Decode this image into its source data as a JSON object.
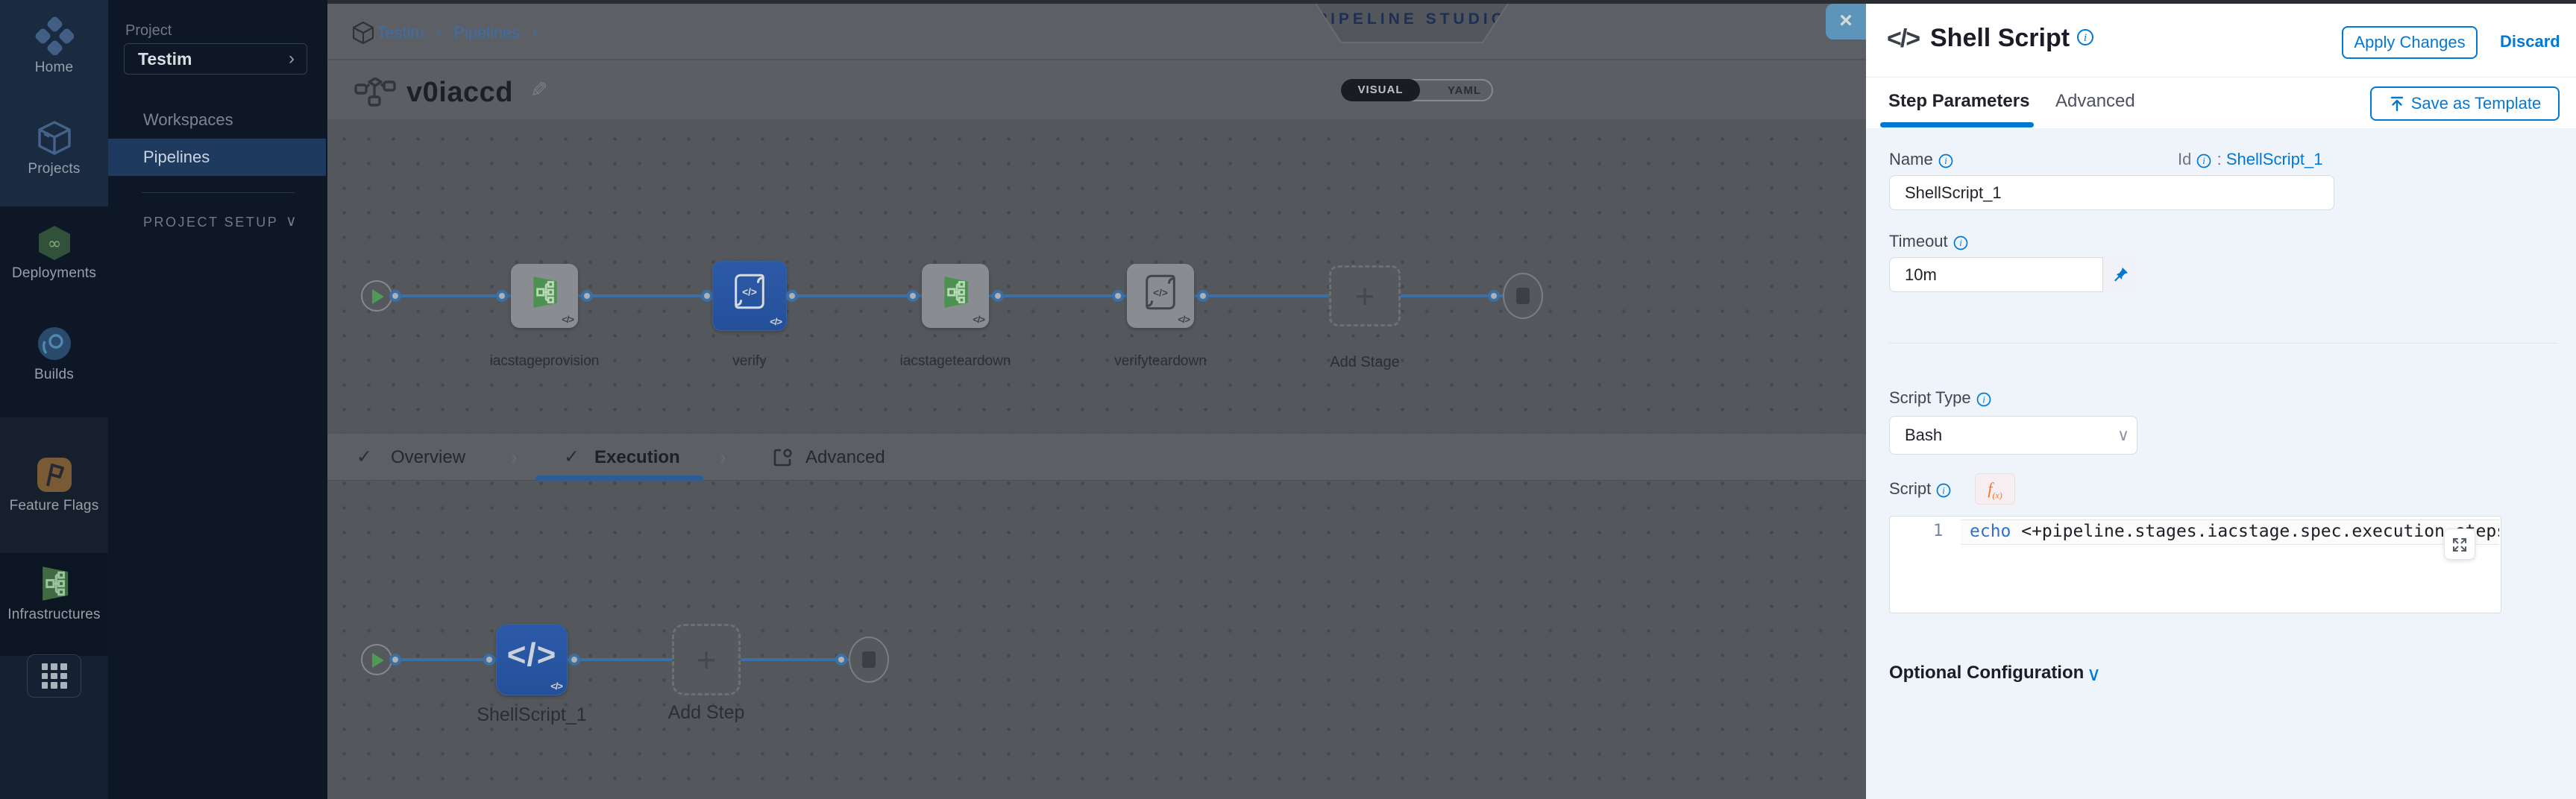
{
  "colors": {
    "accent": "#0278d5",
    "selected_node": "#2a57a5",
    "success_green": "#4c9150",
    "nav_bg": "#0c1624"
  },
  "left_nav": {
    "items": [
      {
        "label": "Home"
      },
      {
        "label": "Projects"
      },
      {
        "label": "Deployments"
      },
      {
        "label": "Builds"
      },
      {
        "label": "Feature Flags"
      },
      {
        "label": "Infrastructures"
      }
    ]
  },
  "project_panel": {
    "section_label": "Project",
    "project_name": "Testim",
    "workspaces_label": "Workspaces",
    "pipelines_label": "Pipelines",
    "setup_label": "PROJECT SETUP"
  },
  "header": {
    "breadcrumb": {
      "item1": "Testim",
      "item2": "Pipelines",
      "separator": "›"
    },
    "studio_badge": "PIPELINE STUDIO",
    "pipeline_name": "v0iaccd",
    "visual_label": "VISUAL",
    "yaml_label": "YAML",
    "close_label": "×"
  },
  "stage_graph": {
    "stages": [
      {
        "label": "iacstageprovision",
        "badge": "</>"
      },
      {
        "label": "verify",
        "badge": "</>"
      },
      {
        "label": "iacstageteardown",
        "badge": "</>"
      },
      {
        "label": "verifyteardown",
        "badge": "</>"
      }
    ],
    "add_stage_label": "Add Stage"
  },
  "stage_tabs": {
    "overview": "Overview",
    "execution": "Execution",
    "advanced": "Advanced",
    "check": "✓",
    "separator": "›"
  },
  "step_graph": {
    "step_icon": "</>",
    "step_label": "ShellScript_1",
    "add_step_label": "Add Step"
  },
  "drawer": {
    "title_icon": "</>",
    "title": "Shell Script",
    "apply_label": "Apply Changes",
    "discard_label": "Discard",
    "tab_step_parameters": "Step Parameters",
    "tab_advanced": "Advanced",
    "save_as_template_label": "Save as Template",
    "name_label": "Name",
    "name_value": "ShellScript_1",
    "id_label": "Id",
    "id_separator": ":",
    "id_value": "ShellScript_1",
    "timeout_label": "Timeout",
    "timeout_value": "10m",
    "script_type_label": "Script Type",
    "script_type_value": "Bash",
    "script_label": "Script",
    "fx_badge": "f",
    "fx_badge_sub": "(x)",
    "editor": {
      "line_number": "1",
      "keyword": "echo",
      "code": " <+pipeline.stages.iacstage.spec.execution.steps.appl"
    },
    "optional_configuration_label": "Optional Configuration"
  }
}
